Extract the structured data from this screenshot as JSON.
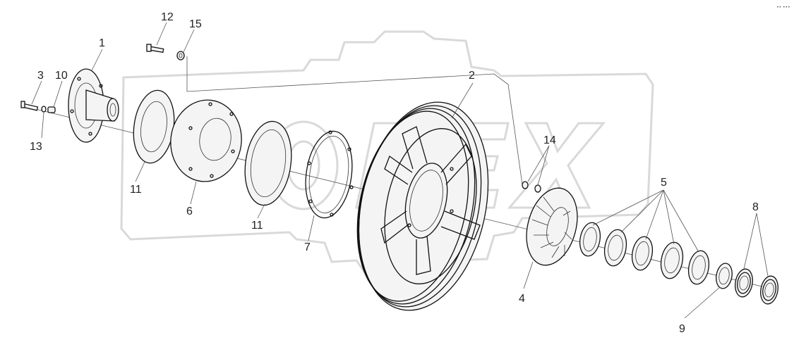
{
  "diagram": {
    "type": "exploded-parts-view",
    "watermark": {
      "text": "OPEX",
      "color": "#d9d9d9"
    },
    "corner_mark": "•• •••",
    "colors": {
      "line": "#111111",
      "text": "#222222",
      "background": "#ffffff"
    },
    "callouts": [
      {
        "id": "c1",
        "label": "1"
      },
      {
        "id": "c2",
        "label": "2"
      },
      {
        "id": "c3",
        "label": "3"
      },
      {
        "id": "c4",
        "label": "4"
      },
      {
        "id": "c5",
        "label": "5"
      },
      {
        "id": "c6",
        "label": "6"
      },
      {
        "id": "c7",
        "label": "7"
      },
      {
        "id": "c8",
        "label": "8"
      },
      {
        "id": "c9",
        "label": "9"
      },
      {
        "id": "c10",
        "label": "10"
      },
      {
        "id": "c11a",
        "label": "11"
      },
      {
        "id": "c11b",
        "label": "11"
      },
      {
        "id": "c12",
        "label": "12"
      },
      {
        "id": "c13",
        "label": "13"
      },
      {
        "id": "c14",
        "label": "14"
      },
      {
        "id": "c15",
        "label": "15"
      }
    ]
  }
}
